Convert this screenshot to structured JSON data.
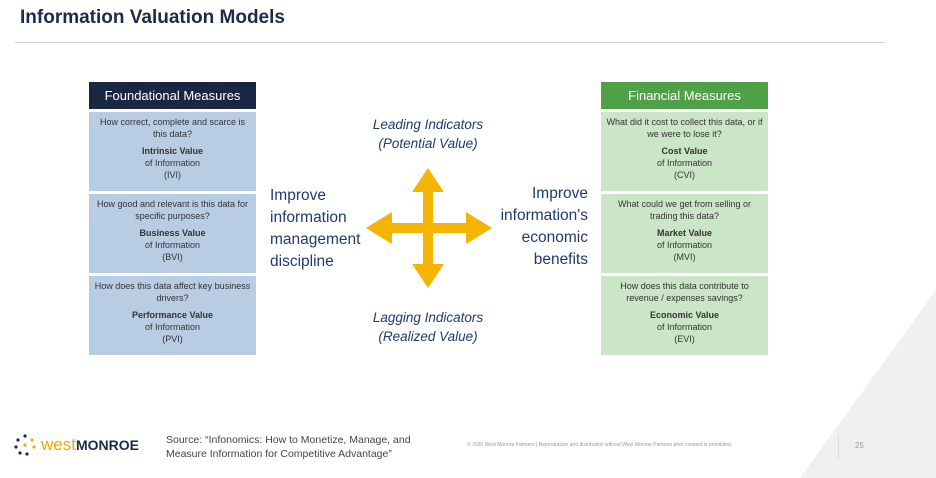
{
  "title": "Information Valuation Models",
  "left": {
    "header": "Foundational Measures",
    "header_color": "#1a2744",
    "box_color": "#b8cde3",
    "items": [
      {
        "question": "How correct, complete and scarce is this data?",
        "name": "Intrinsic Value",
        "sub": "of Information",
        "abbr": "(IVI)"
      },
      {
        "question": "How good and relevant is this data for specific purposes?",
        "name": "Business Value",
        "sub": "of Information",
        "abbr": "(BVI)"
      },
      {
        "question": "How does this data affect key business drivers?",
        "name": "Performance Value",
        "sub": "of Information",
        "abbr": "(PVI)"
      }
    ]
  },
  "right": {
    "header": "Financial Measures",
    "header_color": "#4fa047",
    "box_color": "#cbe5c7",
    "items": [
      {
        "question": "What did it cost to collect this data, or if we were to lose it?",
        "name": "Cost Value",
        "sub": "of Information",
        "abbr": "(CVI)"
      },
      {
        "question": "What could we get from selling or trading this data?",
        "name": "Market Value",
        "sub": "of Information",
        "abbr": "(MVI)"
      },
      {
        "question": "How does this data contribute to revenue / expenses savings?",
        "name": "Economic Value",
        "sub": "of Information",
        "abbr": "(EVI)"
      }
    ]
  },
  "center": {
    "leading": "Leading Indicators",
    "leading_sub": "(Potential Value)",
    "lagging": "Lagging Indicators",
    "lagging_sub": "(Realized Value)",
    "left_text": [
      "Improve",
      "information",
      "management",
      "discipline"
    ],
    "right_text": [
      "Improve",
      "information's",
      "economic",
      "benefits"
    ],
    "arrow_color": "#f5b400"
  },
  "footer": {
    "logo_west": "west",
    "logo_monroe": "MONROE",
    "source": [
      "Source: “Infonomics: How to Monetize, Manage, and",
      "Measure Information for Competitive Advantage”"
    ],
    "copyright": "© 2020 West Monroe Partners | Reproduction and distribution without West Monroe Partners prior consent is prohibited.",
    "page": "25"
  }
}
